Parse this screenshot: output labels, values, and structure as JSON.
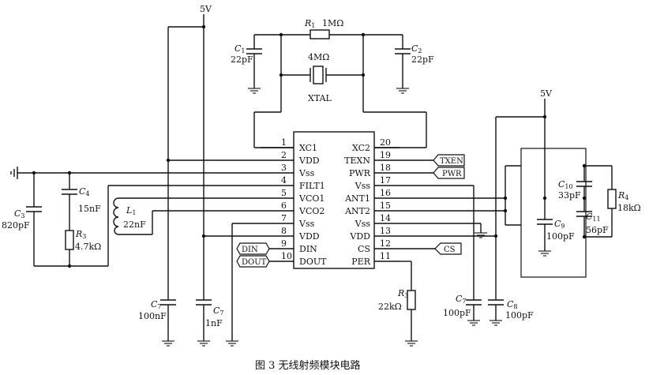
{
  "caption": "图 3    无线射频模块电路",
  "supply": {
    "left": "5V",
    "right": "5V"
  },
  "chip": {
    "left_pins": [
      {
        "num": "1",
        "name": "XC1"
      },
      {
        "num": "2",
        "name": "VDD"
      },
      {
        "num": "3",
        "name": "Vss"
      },
      {
        "num": "4",
        "name": "FILT1"
      },
      {
        "num": "5",
        "name": "VCO1"
      },
      {
        "num": "6",
        "name": "VCO2"
      },
      {
        "num": "7",
        "name": "Vss"
      },
      {
        "num": "8",
        "name": "VDD"
      },
      {
        "num": "9",
        "name": "DIN"
      },
      {
        "num": "10",
        "name": "DOUT"
      }
    ],
    "right_pins": [
      {
        "num": "20",
        "name": "XC2"
      },
      {
        "num": "19",
        "name": "TEXN"
      },
      {
        "num": "18",
        "name": "PWR"
      },
      {
        "num": "17",
        "name": "Vss"
      },
      {
        "num": "16",
        "name": "ANT1"
      },
      {
        "num": "15",
        "name": "ANT2"
      },
      {
        "num": "14",
        "name": "Vss"
      },
      {
        "num": "13",
        "name": "VDD"
      },
      {
        "num": "12",
        "name": "CS"
      },
      {
        "num": "11",
        "name": "PER"
      }
    ]
  },
  "signals": {
    "txen": "TXEN",
    "pwr": "PWR",
    "cs": "CS",
    "din": "DIN",
    "dout": "DOUT"
  },
  "components": {
    "r1": {
      "ref": "R",
      "sub": "1",
      "value": "1MΩ"
    },
    "xtal": {
      "value": "4MΩ",
      "name": "XTAL"
    },
    "c1": {
      "ref": "C",
      "sub": "1",
      "value": "22pF"
    },
    "c2": {
      "ref": "C",
      "sub": "2",
      "value": "22pF"
    },
    "c3": {
      "ref": "C",
      "sub": "3",
      "value": "820pF"
    },
    "c4": {
      "ref": "C",
      "sub": "4",
      "value": "15nF"
    },
    "r3a": {
      "ref": "R",
      "sub": "3",
      "value": "4.7kΩ"
    },
    "l1": {
      "ref": "L",
      "sub": "1",
      "value": "22nF"
    },
    "c7a": {
      "ref": "C",
      "sub": "7",
      "value": "100nF"
    },
    "c7b": {
      "ref": "C",
      "sub": "7",
      "value": "1nF"
    },
    "r3b": {
      "ref": "R",
      "sub": "3",
      "value": "22kΩ"
    },
    "c7c": {
      "ref": "C",
      "sub": "7",
      "value": "100pF"
    },
    "c8": {
      "ref": "C",
      "sub": "8",
      "value": "100pF"
    },
    "c10": {
      "ref": "C",
      "sub": "10",
      "value": "33pF"
    },
    "c9": {
      "ref": "C",
      "sub": "9",
      "value": "100pF"
    },
    "c11": {
      "ref": "C",
      "sub": "11",
      "value": "56pF"
    },
    "r4": {
      "ref": "R",
      "sub": "4",
      "value": "18kΩ"
    }
  }
}
